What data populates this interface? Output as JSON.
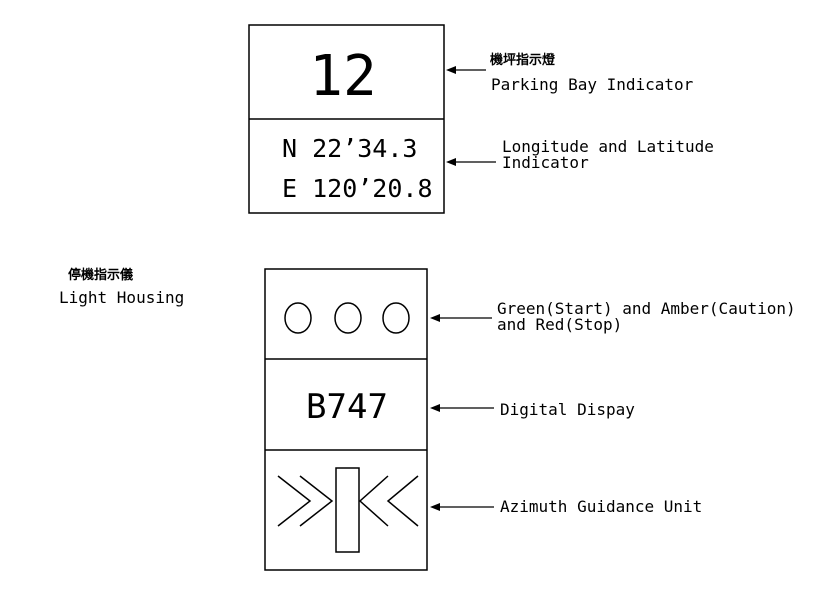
{
  "parking_bay": {
    "number": "12",
    "label_zh": "機坪指示燈",
    "label_en": "Parking Bay Indicator"
  },
  "coordinates": {
    "latitude": "N 22’34.3",
    "longitude": "E 120’20.8",
    "label_line1": "Longitude and Latitude",
    "label_line2": "Indicator"
  },
  "light_housing": {
    "label_zh": "停機指示儀",
    "label_en": "Light Housing"
  },
  "signal_lights": {
    "label_line1": "Green(Start) and Amber(Caution)",
    "label_line2": "and Red(Stop)"
  },
  "digital_display": {
    "value": "B747",
    "label": "Digital Dispay"
  },
  "azimuth_unit": {
    "label": "Azimuth Guidance Unit"
  }
}
